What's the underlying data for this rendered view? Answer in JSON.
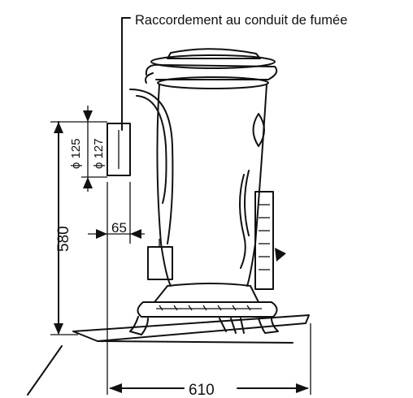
{
  "diagram": {
    "caption": "Raccordement au conduit de fumée",
    "dimensions": {
      "flue_diameter_outer": "ϕ 125",
      "flue_diameter_inner": "ϕ 127",
      "flue_height": "580",
      "flue_offset": "65",
      "depth": "610"
    },
    "colors": {
      "ink": "#111111",
      "paper": "#ffffff"
    }
  }
}
